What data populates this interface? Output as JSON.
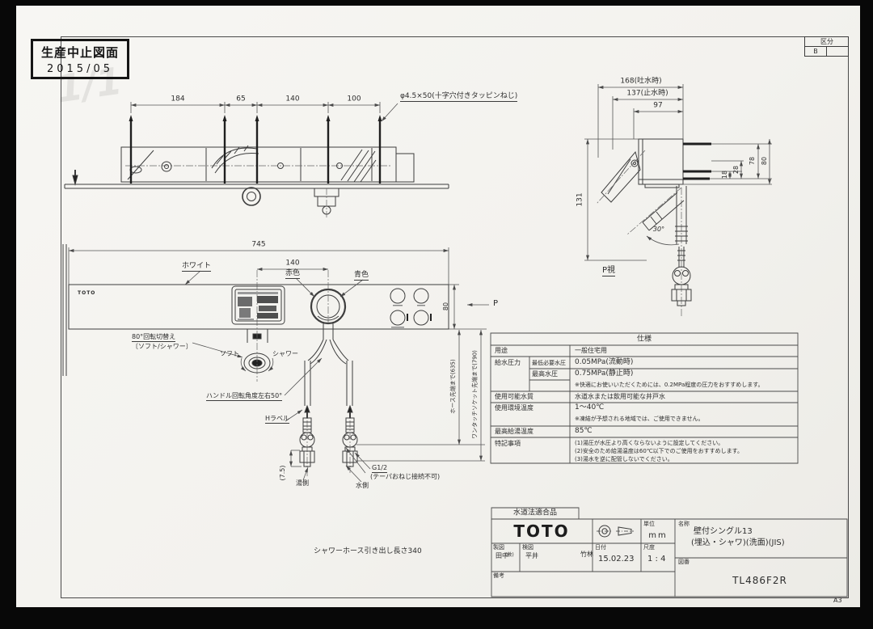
{
  "photo": {
    "sheet_label": "A3"
  },
  "stamp": {
    "title": "生産中止図面",
    "date": "2015/05",
    "watermark": "1/1"
  },
  "category": {
    "label": "区分",
    "value": "B"
  },
  "top_view": {
    "dim_184": "184",
    "dim_65": "65",
    "dim_140": "140",
    "dim_100": "100",
    "screw_note": "φ4.5×50(十字穴付きタッピンねじ)"
  },
  "p_view": {
    "dim_168": "168(吐水時)",
    "dim_137": "137(止水時)",
    "dim_97": "97",
    "dim_131": "131",
    "dim_78": "78",
    "dim_80": "80",
    "dim_18": "18",
    "dim_28": "28",
    "angle": "30°",
    "label": "P視"
  },
  "front_view": {
    "dim_745": "745",
    "dim_140": "140",
    "dim_80": "80",
    "dim_hose": "ホース先端まで(635)",
    "dim_socket": "ワンタッチソケット先端まで(790)",
    "dim_7_5": "(7.5)",
    "brand": "TOTO",
    "white": "ホワイト",
    "red": "赤色",
    "blue": "青色",
    "p_arrow": "P",
    "rotate_note1": "80°回転切替え",
    "rotate_note2": "〔ソフト/シャワー〕",
    "soft": "ソフト",
    "shower": "シャワー",
    "handle_note": "ハンドル回転角度左右50°",
    "h_label": "Hラベル",
    "hot_side": "湯側",
    "cold_side": "水側",
    "thread": "G1/2",
    "thread_note": "(テーパおねじ接続不可)",
    "hose_note": "シャワーホース引き出し長さ340"
  },
  "spec": {
    "title": "仕様",
    "usage_label": "用途",
    "usage": "一般住宅用",
    "pressure_label": "給水圧力",
    "min_label": "最低必要水圧",
    "min_value": "0.05MPa(流動時)",
    "max_label": "最高水圧",
    "max_value": "0.75MPa(静止時)",
    "pressure_note": "※快適にお使いいただくためには、0.2MPa程度の圧力をおすすめします。",
    "water_label": "使用可能水質",
    "water": "水道水または飲用可能な井戸水",
    "temp_label": "使用環境温度",
    "temp": "1〜40℃",
    "temp_note": "※凍結が予想される地域では、ご使用できません。",
    "hot_label": "最高給湯温度",
    "hot": "85℃",
    "notes_label": "特記事項",
    "note1": "(1)湯圧が水圧より高くならないように設定してください。",
    "note2": "(2)安全のため給湯温度は60℃以下でのご使用をおすすめします。",
    "note3": "(3)湯水を逆に配管しないでください。"
  },
  "title_block": {
    "certified": "水道法適合品",
    "brand": "TOTO",
    "unit_label": "単位",
    "unit": "mm",
    "name_label": "名称",
    "name1": "壁付シングル13",
    "name2": "(埋込・シャワ)(洗面)(JIS)",
    "drafter_label": "製図",
    "drafter": "田中",
    "drafter2": "(敦)",
    "checker_label": "検図",
    "checker": "平井",
    "checker2": "竹林",
    "date_label": "日付",
    "date": "15.02.23",
    "scale_label": "尺度",
    "scale": "1 : 4",
    "number_label": "図番",
    "number": "TL486F2R",
    "remarks_label": "備考"
  }
}
